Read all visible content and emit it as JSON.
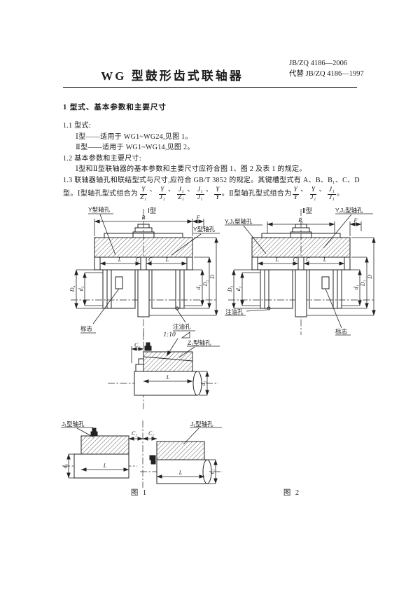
{
  "page": {
    "title": "WG 型鼓形齿式联轴器",
    "standard_no": "JB/ZQ 4186—2006",
    "superseded": "代替 JB/ZQ 4186—1997"
  },
  "section": {
    "heading": "1  型式、基本参数和主要尺寸",
    "clause11": {
      "label": "1.1  型式:",
      "item1": "Ⅰ型——适用于 WG1~WG24,见图 1。",
      "item2": "Ⅱ型——适用于 WG1~WG14,见图 2。"
    },
    "clause12": {
      "label": "1.2  基本参数和主要尺寸:",
      "body": "Ⅰ型和Ⅱ型联轴器的基本参数和主要尺寸应符合图 1、图 2 及表 1 的规定。"
    },
    "clause13": {
      "line1": "1.3  联轴器轴孔和联结型式与尺寸,应符合 GB/T 3852 的规定。其键槽型式有 A、B、B₁、C、D",
      "prefix2": "型。Ⅰ型轴孔型式组合为",
      "combos1": [
        "Y/Z₁",
        "Y/J₁",
        "J₁/Z₁",
        "J₁/J₁",
        "Y/Y"
      ],
      "mid": "。Ⅱ型轴孔型式组合为",
      "combos2": [
        "Y/Y",
        "Y/J₁",
        "J₁/J₁"
      ],
      "end": "。"
    }
  },
  "fig1": {
    "caption": "图 1",
    "main": {
      "type_title": "Ⅰ型",
      "hole_left": "Y型轴孔",
      "hole_right": "Y型轴孔",
      "dim_B": "B",
      "dim_F": "F",
      "dim_L_left": "L",
      "dim_C_left": "C",
      "dim_C_right": "C",
      "dim_L_right": "L",
      "dim_D4": "D₄",
      "dim_d2": "d₂",
      "dim_d1": "d₁",
      "dim_D2": "D₂",
      "dim_D": "D",
      "oil_hole": "注油孔",
      "mark": "标志"
    },
    "z1_detail": {
      "taper": "1:10",
      "hole": "Z₁型轴孔",
      "dim_C1": "C₁",
      "dim_L": "L",
      "dim_d": "d₂"
    },
    "j1_detail": {
      "hole_left": "J₁型轴孔",
      "hole_right": "J₁型轴孔",
      "dim_C2_left": "C₂",
      "dim_C2_right": "C₂",
      "dim_L_left": "L",
      "dim_L_right": "L",
      "dim_d1_left": "d₁",
      "dim_d1_right": "d₁"
    }
  },
  "fig2": {
    "caption": "图 2",
    "main": {
      "type_title": "Ⅱ型",
      "hole_left": "Y,J₁型轴孔",
      "hole_right": "Y,J₁型轴孔",
      "dim_B1": "B₁",
      "dim_F": "F",
      "dim_L_left": "L",
      "dim_C_left": "C",
      "dim_C_right": "C",
      "dim_L_right": "L",
      "dim_D4": "D₄",
      "dim_d2": "d₂",
      "dim_d1": "d₁",
      "dim_D1": "D₁",
      "dim_D": "D",
      "oil_hole": "注油孔",
      "mark": "标志"
    }
  },
  "colors": {
    "ink": "#1a1a1a",
    "line": "#222222",
    "paper": "#ffffff"
  }
}
